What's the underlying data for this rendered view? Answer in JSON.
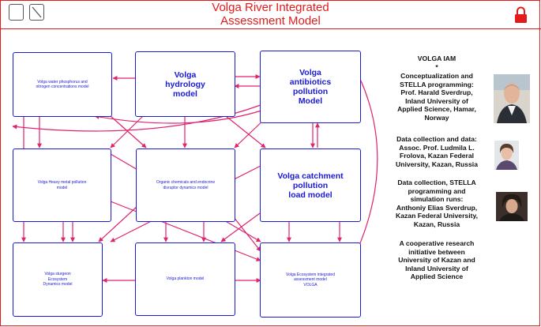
{
  "header": {
    "title": "Volga River Integrated\nAssessment Model"
  },
  "colors": {
    "accent": "#e31b1b",
    "arrow": "#e0226f",
    "box_border": "#1a1ad6",
    "box_text": "#1a1ad6"
  },
  "icons": {
    "toolbar_left": "window-icon",
    "toolbar_right": "expand-icon",
    "lock": "lock-icon"
  },
  "models": {
    "phosphorus": "Volga water phosphorus and\nnitrogen concentrations model",
    "hydrology": "Volga\nhydrology\nmodel",
    "antibiotics": "Volga\nantibiotics\npollution\nModel",
    "heavy_metal": "Volga Heavy metal pollution\nmodel",
    "organic": "Organic chemicals and endocrine\ndisruptor dynamics model",
    "catchment": "Volga catchment\npollution\nload model",
    "sturgeon": "Volga sturgeon\nEcosystem\nDynamics model",
    "plankton": "Volga plankton model",
    "ecosystem": "Volga Ecosystem integrated\nassessment model\nVOLGA"
  },
  "credits": {
    "heading": "VOLGA IAM\n*",
    "conceptualization": "Conceptualization and\nSTELLA programming:\nProf. Harald Sverdrup,\nInland University of\nApplied Science, Hamar,\nNorway",
    "data_collection": "Data collection and data:\nAssoc. Prof. Ludmila L.\nFrolova, Kazan Federal\nUniversity, Kazan, Russia",
    "simulation": "Data collection, STELLA\nprogramming and\nsimulation runs:\nAnthoniy Elias Sverdrup,\nKazan Federal University,\nKazan, Russia",
    "cooperation": "A cooperative research\ninitiative between\nUniversity of Kazan and\nInland University of\nApplied Science"
  }
}
